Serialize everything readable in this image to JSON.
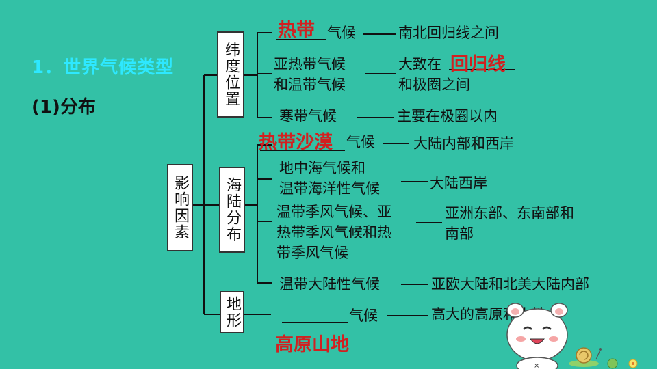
{
  "header": {
    "title": "1．世界气候类型",
    "subtitle": "(1)分布"
  },
  "root_box": "影响因素",
  "groups": {
    "latitude": {
      "label": "纬度位置",
      "rows": [
        {
          "answer": "热带",
          "suffix": "气候",
          "dash": "——",
          "result": "南北回归线之间"
        },
        {
          "left1": "亚热带气候",
          "left2": "和温带气候",
          "result1_prefix": "大致在",
          "answer": "回归线",
          "result2": "和极圈之间"
        },
        {
          "left": "寒带气候",
          "result": "主要在极圈以内"
        }
      ]
    },
    "land_sea": {
      "label": "海陆分布",
      "rows": [
        {
          "answer": "热带沙漠",
          "suffix": "气候",
          "result": "大陆内部和西岸"
        },
        {
          "left1": "地中海气候和",
          "left2": "温带海洋性气候",
          "result": "大陆西岸"
        },
        {
          "left1": "温带季风气候、亚",
          "left2": "热带季风气候和热",
          "left3": "带季风气候",
          "result1": "亚洲东部、东南部和",
          "result2": "南部"
        },
        {
          "left": "温带大陆性气候",
          "result": "亚欧大陆和北美大陆内部"
        }
      ]
    },
    "terrain": {
      "label": "地形",
      "rows": [
        {
          "suffix": "气候",
          "result": "高大的高原和山地",
          "answer": "高原山地"
        }
      ]
    }
  },
  "colors": {
    "background": "#33c1a6",
    "title": "#2ee8ff",
    "answer": "#d22020"
  },
  "decor": {
    "mascot": "cartoon-cat-mascot",
    "snail": "snail-icon"
  }
}
